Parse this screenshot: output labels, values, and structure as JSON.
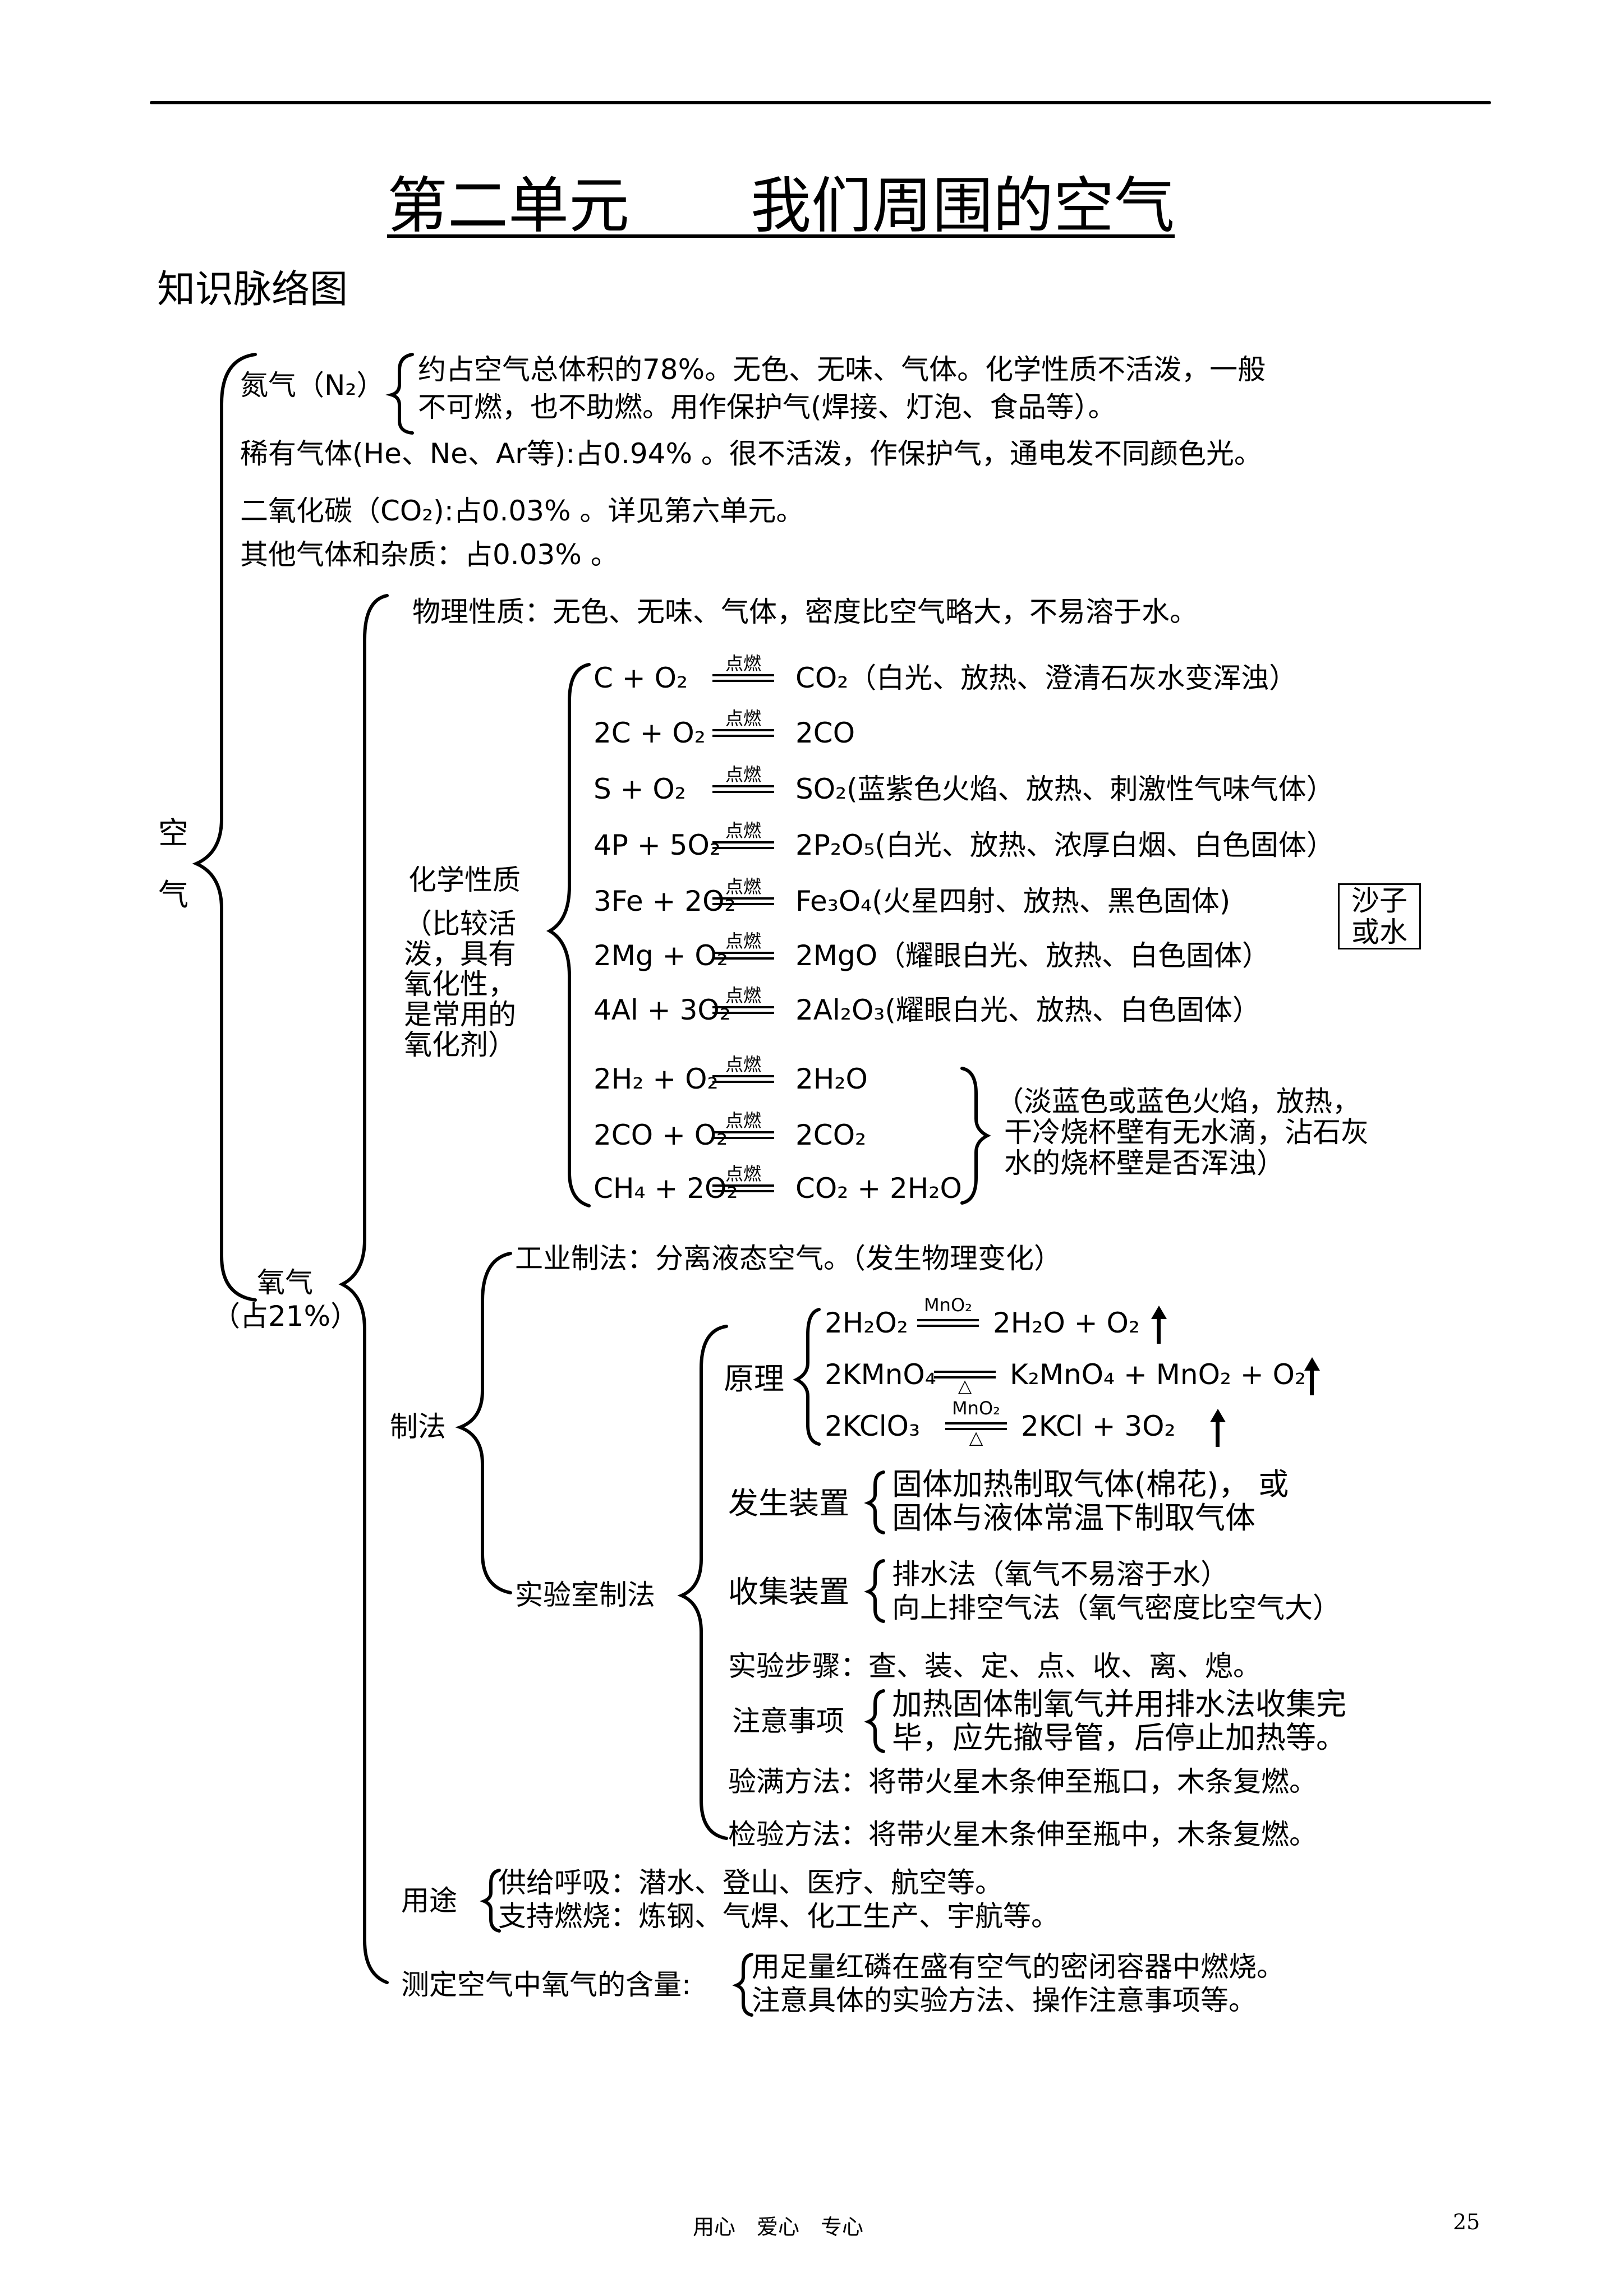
{
  "title": "第二单元　　我们周围的空气",
  "subtitle": "知识脉络图",
  "root": "空气",
  "root_chars": [
    "空",
    "气"
  ],
  "nitrogen": {
    "label": "氮气（N₂）",
    "line1": "约占空气总体积的78%。无色、无味、气体。化学性质不活泼，一般",
    "line2": "不可燃，也不助燃。用作保护气(焊接、灯泡、食品等）。"
  },
  "rare_gas": "稀有气体(He、Ne、Ar等):占0.94% 。很不活泼，作保护气，通电发不同颜色光。",
  "co2": "二氧化碳（CO₂):占0.03% 。详见第六单元。",
  "other": "其他气体和杂质：占0.03% 。",
  "oxygen": {
    "label_line1": "氧气",
    "label_line2": "（占21%）",
    "physical": "物理性质：无色、无味、气体，密度比空气略大，不易溶于水。",
    "chemical_label": [
      "化学性质",
      "（比较活",
      "泼，具有",
      "氧化性，",
      "是常用的",
      "氧化剂）"
    ],
    "condition": "点燃",
    "reactions": [
      {
        "left": "C + O₂",
        "right": "CO₂（白光、放热、澄清石灰水变浑浊）"
      },
      {
        "left": "2C + O₂",
        "right": "2CO"
      },
      {
        "left": "S + O₂",
        "right": "SO₂(蓝紫色火焰、放热、刺激性气味气体）"
      },
      {
        "left": "4P + 5O₂",
        "right": "2P₂O₅(白光、放热、浓厚白烟、白色固体）"
      },
      {
        "left": "3Fe + 2O₂",
        "right": "Fe₃O₄(火星四射、放热、黑色固体)"
      },
      {
        "left": "2Mg + O₂",
        "right": "2MgO（耀眼白光、放热、白色固体）"
      },
      {
        "left": "4Al + 3O₂",
        "right": "2Al₂O₃(耀眼白光、放热、白色固体）"
      },
      {
        "left": "2H₂ + O₂",
        "right": "2H₂O"
      },
      {
        "left": "2CO + O₂",
        "right": "2CO₂"
      },
      {
        "left": "CH₄ + 2O₂",
        "right": "CO₂ + 2H₂O"
      }
    ],
    "fe_note_line1": "沙子",
    "fe_note_line2": "或水",
    "flame_note": [
      "（淡蓝色或蓝色火焰，放热，",
      "干冷烧杯壁有无水滴，沾石灰",
      "水的烧杯壁是否浑浊）"
    ],
    "prep_label": "制法",
    "industrial": "工业制法：分离液态空气。（发生物理变化）",
    "lab_label": "实验室制法",
    "principle_label": "原理",
    "principle": [
      {
        "left": "2H₂O₂",
        "top": "MnO₂",
        "bottom": "",
        "right": "2H₂O + O₂"
      },
      {
        "left": "2KMnO₄",
        "top": "",
        "bottom": "△",
        "right": "K₂MnO₄ + MnO₂ + O₂"
      },
      {
        "left": "2KClO₃",
        "top": "MnO₂",
        "bottom": "△",
        "right": "2KCl + 3O₂"
      }
    ],
    "device_label": "发生装置",
    "device": [
      "固体加热制取气体(棉花)， 或",
      "固体与液体常温下制取气体"
    ],
    "collect_label": "收集装置",
    "collect": [
      "排水法（氧气不易溶于水）",
      "向上排空气法（氧气密度比空气大）"
    ],
    "steps": "实验步骤：查、装、定、点、收、离、熄。",
    "notes_label": "注意事项",
    "notes": [
      "加热固体制氧气并用排水法收集完",
      "毕，应先撤导管，后停止加热等。"
    ],
    "full_test": "验满方法：将带火星木条伸至瓶口，木条复燃。",
    "check": "检验方法：将带火星木条伸至瓶中，木条复燃。",
    "uses_label": "用途",
    "uses": [
      "供给呼吸：潜水、登山、医疗、航空等。",
      "支持燃烧：炼钢、气焊、化工生产、宇航等。"
    ],
    "measure_label": "测定空气中氧气的含量:",
    "measure": [
      "用足量红磷在盛有空气的密闭容器中燃烧。",
      "注意具体的实验方法、操作注意事项等。"
    ]
  },
  "footer": {
    "center": "用心　爱心　专心",
    "page": "25"
  }
}
